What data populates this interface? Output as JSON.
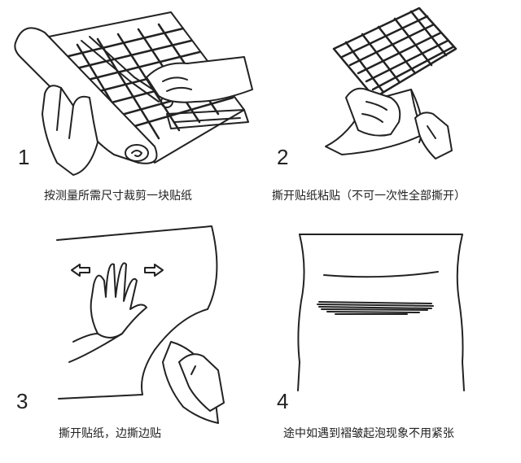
{
  "steps": [
    {
      "number": "1",
      "caption": "按测量所需尺寸裁剪一块贴纸"
    },
    {
      "number": "2",
      "caption": "撕开贴纸粘贴（不可一次性全部撕开）"
    },
    {
      "number": "3",
      "caption": "撕开贴纸，边撕边贴"
    },
    {
      "number": "4",
      "caption": "途中如遇到褶皱起泡现象不用紧张"
    }
  ],
  "colors": {
    "line": "#222222",
    "background": "#ffffff"
  },
  "icons": [
    "scissors-icon",
    "left-arrow-icon",
    "right-arrow-icon"
  ]
}
